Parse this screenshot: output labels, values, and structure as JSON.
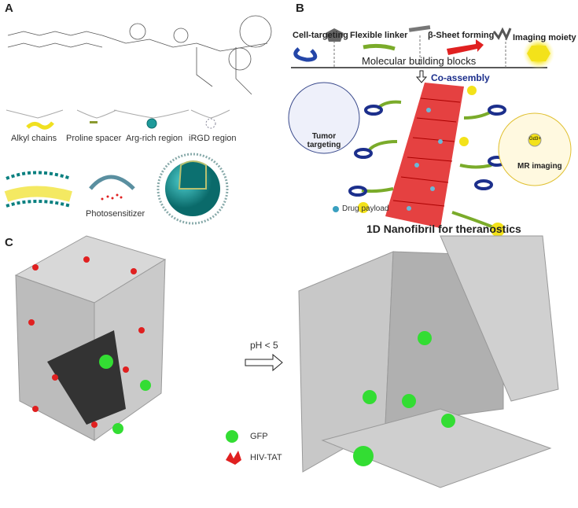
{
  "panel_a": {
    "label": "A",
    "components": [
      "Alkyl chains",
      "Proline spacer",
      "Arg-rich region",
      "iRGD region"
    ],
    "photosensitizer": "Photosensitizer"
  },
  "panel_b": {
    "label": "B",
    "blocks": [
      "Cell-targeting",
      "Flexible linker",
      "β-Sheet forming",
      "Imaging moiety"
    ],
    "building_blocks": "Molecular building blocks",
    "co_assembly": "Co-assembly",
    "tumor_targeting": "Tumor targeting",
    "mr_imaging": "MR imaging",
    "drug_payload": "Drug payload",
    "caption": "1D Nanofibril for theranostics",
    "gd_label": "Gd3+"
  },
  "panel_c": {
    "label": "C",
    "condition": "pH < 5",
    "legend": [
      "GFP",
      "HIV-TAT"
    ]
  },
  "colors": {
    "teal": "#1e9a9a",
    "red": "#e02020",
    "green": "#33dd33",
    "yellow": "#f3e21a",
    "navy": "#1c2f8c",
    "grey": "#bdbdbd"
  }
}
